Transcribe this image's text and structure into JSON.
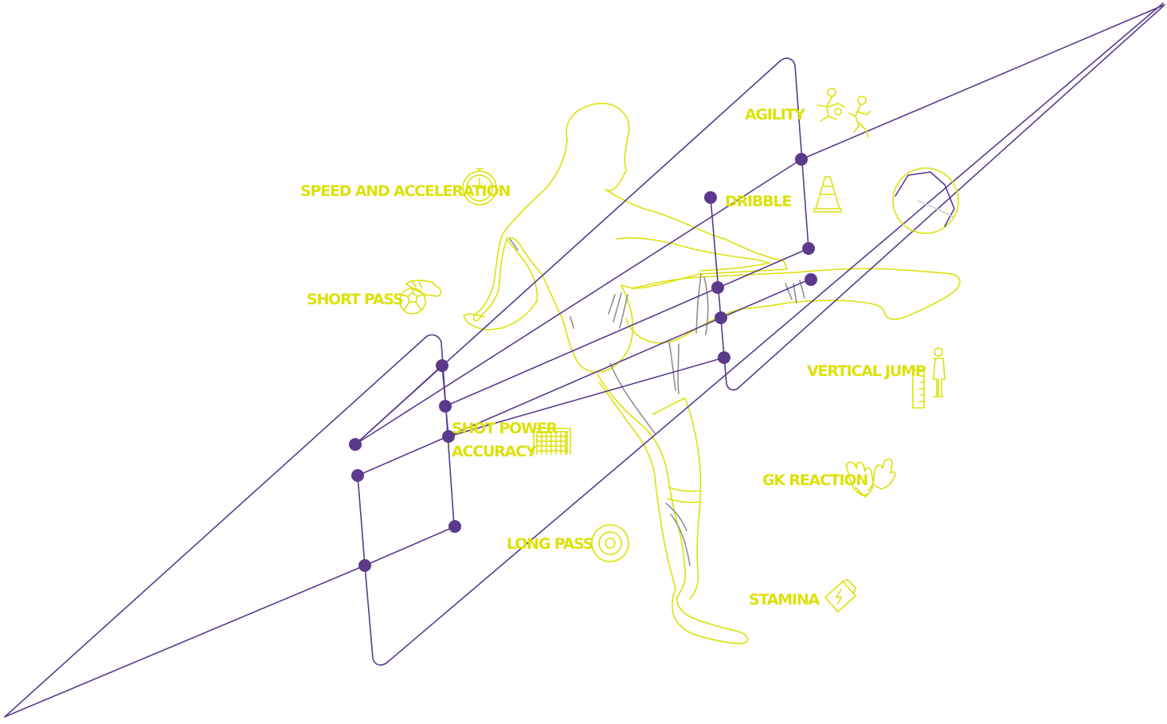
{
  "colors": {
    "accent": "#dde10a",
    "network": "#5b3a8c",
    "muscle": "#8f8f8f",
    "background": "#ffffff"
  },
  "labels": {
    "agility": "AGILITY",
    "dribble": "DRIBBLE",
    "speed": "SPEED AND ACCELERATION",
    "short_pass": "SHORT PASS",
    "shot_power_line1": "SHOT POWER",
    "shot_power_line2": "ACCURACY",
    "vertical_jump": "VERTICAL JUMP",
    "gk_reaction": "GK REACTION",
    "long_pass": "LONG PASS",
    "stamina": "STAMINA"
  },
  "icons": {
    "agility": "players-tackle-icon",
    "dribble": "cone-icon",
    "speed": "stopwatch-icon",
    "short_pass": "boot-and-ball-icon",
    "shot_power": "goal-net-icon",
    "vertical_jump": "height-ruler-icon",
    "gk_reaction": "goalkeeper-gloves-icon",
    "long_pass": "target-icon",
    "stamina": "energy-drink-icon",
    "ball": "football-icon"
  }
}
